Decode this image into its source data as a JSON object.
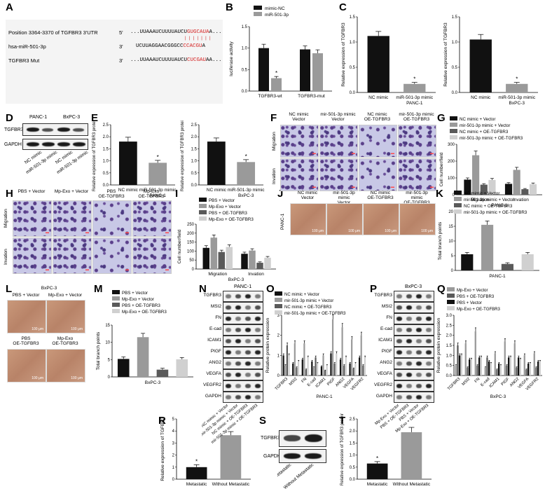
{
  "panels": {
    "A": {
      "label": "A",
      "rows": [
        {
          "name": "Position 3364-3370 of TGFBR3 3'UTR",
          "end": "5'",
          "prefix": "...UUAAAUCUUUUAUCU",
          "highlight": "GUGCAUA",
          "suffix": "A..."
        },
        {
          "name": "hsa-miR-501-3p",
          "end": "3'",
          "prefix": "UCUUAGGAACGGGCC",
          "highlight": "CCACGU",
          "suffix": "A"
        },
        {
          "name": "TGFBR3 Mut",
          "end": "3'",
          "prefix": "...UUAAAUCUUUUAUCU",
          "highlight": "CUCGAU",
          "suffix": "AA..."
        }
      ]
    },
    "B": {
      "label": "B",
      "chart_data": {
        "type": "bar",
        "ylabel": "luciferase activity",
        "ylim": [
          0,
          1.5
        ],
        "yticks": [
          "0.0",
          "0.5",
          "1.0",
          "1.5"
        ],
        "categories": [
          "TGFBR3-wt",
          "TGFBR3-mut"
        ],
        "series": [
          {
            "name": "mimic-NC",
            "values": [
              1.0,
              0.97
            ],
            "errors": [
              0.09,
              0.08
            ],
            "color": "#111111"
          },
          {
            "name": "miR-501-3p",
            "values": [
              0.3,
              0.88
            ],
            "errors": [
              0.04,
              0.08
            ],
            "color": "#9a9a9a"
          }
        ],
        "annotations": [
          "*"
        ]
      }
    },
    "C": {
      "label": "C",
      "charts": [
        {
          "type": "bar",
          "ylabel": "Relative expression of TGFBR3",
          "xlabel": "PANC-1",
          "ylim": [
            0,
            1.5
          ],
          "yticks": [
            "0.0",
            "0.5",
            "1.0",
            "1.5"
          ],
          "categories": [
            "NC mimic",
            "miR-501-3p mimic"
          ],
          "values": [
            1.12,
            0.17
          ],
          "errors": [
            0.09,
            0.03
          ],
          "colors": [
            "#111111",
            "#9a9a9a"
          ],
          "annotation": "*"
        },
        {
          "type": "bar",
          "ylabel": "Relative expression of TGFBR3",
          "xlabel": "BxPC-3",
          "ylim": [
            0,
            1.5
          ],
          "yticks": [
            "0.0",
            "0.5",
            "1.0",
            "1.5"
          ],
          "categories": [
            "NC mimic",
            "miR-501-3p mimic"
          ],
          "values": [
            1.05,
            0.17
          ],
          "errors": [
            0.1,
            0.03
          ],
          "colors": [
            "#111111",
            "#9a9a9a"
          ],
          "annotation": "*"
        }
      ]
    },
    "D": {
      "label": "D",
      "cell_lines": [
        "PANC-1",
        "BxPC-3"
      ],
      "proteins": [
        "TGFBR3",
        "GAPDH"
      ],
      "lanes": [
        "NC mimic",
        "miR-501-3p mimic",
        "NC mimic",
        "miR-501-3p mimic"
      ]
    },
    "E": {
      "label": "E",
      "charts": [
        {
          "type": "bar",
          "ylabel": "Relative expression of TGFBR3 protein",
          "xlabel": "PANC-1",
          "ylim": [
            0,
            2.5
          ],
          "yticks": [
            "0.0",
            "0.5",
            "1.0",
            "1.5",
            "2.0",
            "2.5"
          ],
          "categories": [
            "NC mimic",
            "miR-501-3p mimic"
          ],
          "values": [
            1.8,
            0.92
          ],
          "errors": [
            0.18,
            0.1
          ],
          "colors": [
            "#111111",
            "#9a9a9a"
          ],
          "annotation": "*"
        },
        {
          "type": "bar",
          "ylabel": "Relative expression of TGFBR3 protein",
          "xlabel": "BxPC-3",
          "ylim": [
            0,
            2.5
          ],
          "yticks": [
            "0.0",
            "0.5",
            "1.0",
            "1.5",
            "2.0",
            "2.5"
          ],
          "categories": [
            "NC mimic",
            "miR-501-3p mimic"
          ],
          "values": [
            1.8,
            0.95
          ],
          "errors": [
            0.15,
            0.1
          ],
          "colors": [
            "#111111",
            "#9a9a9a"
          ],
          "annotation": "*"
        }
      ]
    },
    "F": {
      "label": "F",
      "columns": [
        "NC mimic\nVector",
        "mir-501-3p mimic\nVector",
        "NC mimic\nOE-TGFBR3",
        "mir-501-3p mimic\nOE-TGFBR3"
      ],
      "rows": [
        "Migration",
        "Invation"
      ]
    },
    "G": {
      "label": "G",
      "chart_data": {
        "type": "bar",
        "ylabel": "Cell number/field",
        "xlabel": "PANC-1",
        "ylim": [
          0,
          300
        ],
        "yticks": [
          "0",
          "100",
          "200",
          "300"
        ],
        "categories": [
          "Migration",
          "Invation"
        ],
        "series": [
          {
            "name": "NC mimic + Vector",
            "values": [
              90,
              65
            ],
            "errors": [
              10,
              7
            ],
            "color": "#111111"
          },
          {
            "name": "mir-501-3p mimic + Vector",
            "values": [
              235,
              148
            ],
            "errors": [
              25,
              15
            ],
            "color": "#9a9a9a"
          },
          {
            "name": "NC mimic + OE-TGFBR3",
            "values": [
              60,
              33
            ],
            "errors": [
              6,
              4
            ],
            "color": "#5a5a5a"
          },
          {
            "name": "mir-501-3p mimic + OE-TGFBR3",
            "values": [
              88,
              63
            ],
            "errors": [
              9,
              7
            ],
            "color": "#d0d0d0"
          }
        ]
      }
    },
    "H": {
      "label": "H",
      "columns": [
        "PBS + Vector",
        "Mp-Exo + Vector",
        "PBS\nOE-TGFBR3",
        "Mp-Exo\nOE-TGFBR3"
      ],
      "rows": [
        "Migration",
        "Invation"
      ]
    },
    "I": {
      "label": "I",
      "chart_data": {
        "type": "bar",
        "ylabel": "Cell number/field",
        "xlabel": "BxPC-3",
        "ylim": [
          0,
          250
        ],
        "yticks": [
          "0",
          "50",
          "100",
          "150",
          "200",
          "250"
        ],
        "categories": [
          "Migration",
          "Invation"
        ],
        "series": [
          {
            "name": "PBS + Vector",
            "values": [
              118,
              85
            ],
            "errors": [
              12,
              9
            ],
            "color": "#111111"
          },
          {
            "name": "Mp-Exo + Vector",
            "values": [
              175,
              103
            ],
            "errors": [
              15,
              10
            ],
            "color": "#9a9a9a"
          },
          {
            "name": "PBS + OE-TGFBR3",
            "values": [
              95,
              35
            ],
            "errors": [
              10,
              5
            ],
            "color": "#5a5a5a"
          },
          {
            "name": "Mp-Exo + OE-TGFBR3",
            "values": [
              123,
              63
            ],
            "errors": [
              12,
              7
            ],
            "color": "#d0d0d0"
          }
        ]
      }
    },
    "J": {
      "label": "J",
      "side": "PANC-1",
      "columns": [
        "NC mimic\nVector",
        "mir-501-3p mimic\nVector",
        "NC mimic\nOE-TGFBR3",
        "mir-501-3p mimic\nOE-TGFBR3"
      ],
      "scale": "100 μm"
    },
    "K": {
      "label": "K",
      "chart_data": {
        "type": "bar",
        "ylabel": "Total branch points",
        "xlabel": "PANC-1",
        "ylim": [
          0,
          20
        ],
        "yticks": [
          "0",
          "5",
          "10",
          "15",
          "20"
        ],
        "series": [
          {
            "name": "NC mimic + Vector",
            "values": [
              5.5
            ],
            "errors": [
              0.6
            ],
            "color": "#111111"
          },
          {
            "name": "mir-501-3p mimic + Vector",
            "values": [
              15.5
            ],
            "errors": [
              1.3
            ],
            "color": "#9a9a9a"
          },
          {
            "name": "NC mimic + OE-TGFBR3",
            "values": [
              2.2
            ],
            "errors": [
              0.4
            ],
            "color": "#5a5a5a"
          },
          {
            "name": "mir-501-3p mimic + OE-TGFBR3",
            "values": [
              5.5
            ],
            "errors": [
              0.6
            ],
            "color": "#d0d0d0"
          }
        ]
      }
    },
    "L": {
      "label": "L",
      "cell": "BxPC-3",
      "top": [
        "PBS + Vector",
        "Mp-Exo + Vector"
      ],
      "bottom": [
        "PBS\nOE-TGFBR3",
        "Mp-Exo\nOE-TGFBR3"
      ],
      "scale": "100 μm"
    },
    "M": {
      "label": "M",
      "chart_data": {
        "type": "bar",
        "ylabel": "Total branch points",
        "xlabel": "BxPC-3",
        "ylim": [
          0,
          15
        ],
        "yticks": [
          "0",
          "5",
          "10",
          "15"
        ],
        "series": [
          {
            "name": "PBS + Vector",
            "values": [
              5.2
            ],
            "errors": [
              0.6
            ],
            "color": "#111111"
          },
          {
            "name": "Mp-Exo + Vector",
            "values": [
              11.5
            ],
            "errors": [
              1.1
            ],
            "color": "#9a9a9a"
          },
          {
            "name": "PBS + OE-TGFBR3",
            "values": [
              2.1
            ],
            "errors": [
              0.4
            ],
            "color": "#5a5a5a"
          },
          {
            "name": "Mp-Exo + OE-TGFBR3",
            "values": [
              5.1
            ],
            "errors": [
              0.5
            ],
            "color": "#d0d0d0"
          }
        ]
      }
    },
    "N": {
      "label": "N",
      "cell": "PANC-1",
      "proteins": [
        "TGFBR3",
        "MSI2",
        "FN",
        "E-cad",
        "ICAM1",
        "PIGF",
        "ANG2",
        "VEGFA",
        "VEGFR2",
        "GAPDH"
      ],
      "lanes": [
        "NC mimic + Vector",
        "mir-501-3p mimic + Vector",
        "NC mimic + OE-TGFBR3",
        "mir-501-3p mimic + OE-TGFBR3"
      ]
    },
    "O": {
      "label": "O",
      "chart_data": {
        "type": "bar",
        "ylabel": "Relative protein expression",
        "xlabel": "PANC-1",
        "ylim": [
          0,
          3
        ],
        "yticks": [
          "0",
          "1",
          "2",
          "3"
        ],
        "categories": [
          "TGFBR3",
          "MSI2",
          "FN",
          "E-cad",
          "ICAM1",
          "PIGF",
          "ANG2",
          "VEGFA",
          "VEGFR2"
        ],
        "series": [
          {
            "name": "NC mimic + Vector",
            "values": [
              1.0,
              0.6,
              0.8,
              0.7,
              0.45,
              1.1,
              0.8,
              0.6,
              0.9
            ],
            "color": "#111111"
          },
          {
            "name": "mir-501-3p mimic + Vector",
            "values": [
              0.5,
              1.6,
              1.6,
              0.4,
              1.0,
              2.8,
              2.4,
              1.8,
              2.0
            ],
            "color": "#9a9a9a"
          },
          {
            "name": "NC mimic + OE-TGFBR3",
            "values": [
              1.5,
              0.4,
              0.3,
              0.9,
              0.25,
              0.6,
              0.5,
              0.35,
              0.5
            ],
            "color": "#5a5a5a"
          },
          {
            "name": "mir-501-3p mimic + OE-TGFBR3",
            "values": [
              1.0,
              0.7,
              0.9,
              0.6,
              0.5,
              1.1,
              0.9,
              0.6,
              0.9
            ],
            "color": "#d0d0d0"
          }
        ]
      }
    },
    "P": {
      "label": "P",
      "cell": "BxPC-3",
      "proteins": [
        "TGFBR3",
        "MSI2",
        "FN",
        "E-cad",
        "ICAM1",
        "PIGF",
        "ANG2",
        "VEGFA",
        "VEGFR2",
        "GAPDH"
      ],
      "lanes": [
        "Mp-Exo + Vector",
        "PBS + OE-TGFBR3",
        "PBS + Vector",
        "Mp-Exo + OE-TGFBR3"
      ]
    },
    "Q": {
      "label": "Q",
      "chart_data": {
        "type": "bar",
        "ylabel": "Relative protein expression",
        "xlabel": "BxPC-3",
        "ylim": [
          0,
          3
        ],
        "yticks": [
          "0.0",
          "0.5",
          "1.0",
          "1.5",
          "2.0",
          "2.5",
          "3.0"
        ],
        "categories": [
          "TGFBR3",
          "MSI2",
          "FN",
          "E-cad",
          "ICAM1",
          "PIGF",
          "ANG2",
          "VEGFA",
          "VEGFR2"
        ],
        "series": [
          {
            "name": "Mp-Exo + Vector",
            "values": [
              0.5,
              1.6,
              2.2,
              0.4,
              1.1,
              1.7,
              1.6,
              1.0,
              1.1
            ],
            "color": "#9a9a9a"
          },
          {
            "name": "PBS + OE-TGFBR3",
            "values": [
              1.5,
              0.4,
              0.5,
              0.9,
              0.3,
              0.5,
              0.4,
              0.3,
              0.4
            ],
            "color": "#5a5a5a"
          },
          {
            "name": "PBS + Vector",
            "values": [
              1.0,
              0.8,
              0.9,
              0.7,
              0.6,
              0.9,
              0.9,
              0.6,
              0.7
            ],
            "color": "#111111"
          },
          {
            "name": "Mp-Exo + OE-TGFBR3",
            "values": [
              1.0,
              0.8,
              0.9,
              0.6,
              0.5,
              0.9,
              0.8,
              0.6,
              0.7
            ],
            "color": "#d0d0d0"
          }
        ]
      }
    },
    "R": {
      "label": "R",
      "chart": {
        "type": "bar",
        "ylabel": "Relative expression of TGFBR3",
        "ylim": [
          0,
          5
        ],
        "yticks": [
          "0",
          "1",
          "2",
          "3",
          "4",
          "5"
        ],
        "categories": [
          "Metastatic",
          "Without Metastatic"
        ],
        "values": [
          1.0,
          3.65
        ],
        "errors": [
          0.2,
          0.3
        ],
        "colors": [
          "#111111",
          "#9a9a9a"
        ],
        "annotation": "*"
      }
    },
    "S": {
      "label": "S",
      "proteins": [
        "TGFBR3",
        "GAPDH"
      ],
      "lanes": [
        "Metastatic",
        "Without Metastatic"
      ]
    },
    "T": {
      "label": "T",
      "chart": {
        "type": "bar",
        "ylabel": "Relative expression of TGFBR3 protein",
        "ylim": [
          0,
          2.5
        ],
        "yticks": [
          "0.0",
          "0.5",
          "1.0",
          "1.5",
          "2.0",
          "2.5"
        ],
        "categories": [
          "Metastatic",
          "Without Metastatic"
        ],
        "values": [
          0.65,
          1.95
        ],
        "errors": [
          0.08,
          0.2
        ],
        "colors": [
          "#111111",
          "#9a9a9a"
        ],
        "annotation": "*"
      }
    }
  }
}
